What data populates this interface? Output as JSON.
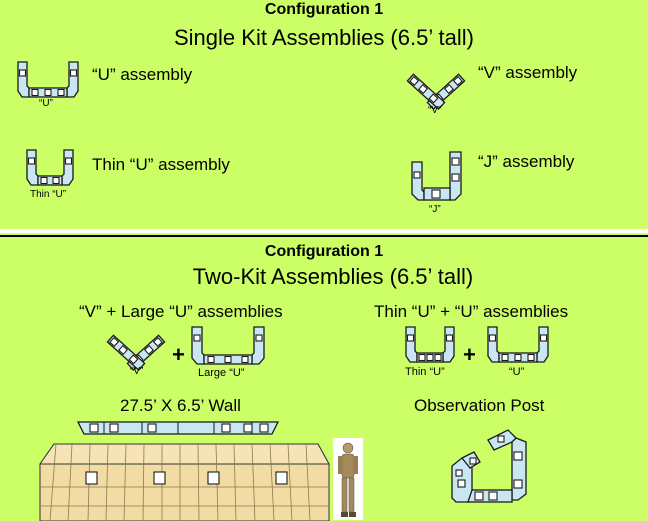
{
  "section1": {
    "heading": "Configuration 1",
    "subtitle": "Single Kit Assemblies (6.5’ tall)",
    "items": [
      {
        "label": "“U” assembly",
        "caption": "“U”"
      },
      {
        "label": "“V” assembly",
        "caption": "“V”"
      },
      {
        "label": "Thin “U” assembly",
        "caption": "Thin “U”"
      },
      {
        "label": "“J” assembly",
        "caption": "“J”"
      }
    ]
  },
  "section2": {
    "heading": "Configuration 1",
    "subtitle": "Two-Kit Assemblies (6.5’ tall)",
    "combo1": {
      "title": "“V” + Large “U” assemblies",
      "caption_a": "“V”",
      "caption_b": "Large “U”",
      "plus": "+"
    },
    "combo2": {
      "title": "Thin “U” + “U” assemblies",
      "caption_a": "Thin “U”",
      "caption_b": "“U”",
      "plus": "+"
    },
    "wall": {
      "title": "27.5’ X 6.5’ Wall"
    },
    "post": {
      "title": "Observation Post"
    }
  },
  "colors": {
    "background": "#ccff66",
    "segment": "#c9e7f3",
    "wall": "#f2dca4"
  }
}
